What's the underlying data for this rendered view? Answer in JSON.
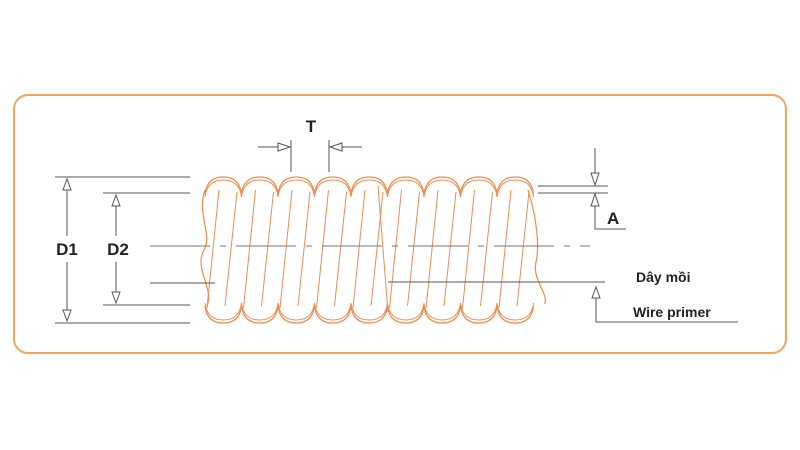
{
  "labels": {
    "d1": "D1",
    "d2": "D2",
    "t": "T",
    "a": "A",
    "wire_vi": "Dây mồi",
    "wire_en": "Wire primer"
  },
  "colors": {
    "frame": "#f5a25b",
    "hose": "#f08a4e",
    "hose_fill": "#ffffff",
    "dimension": "#555555",
    "text": "#222222"
  }
}
